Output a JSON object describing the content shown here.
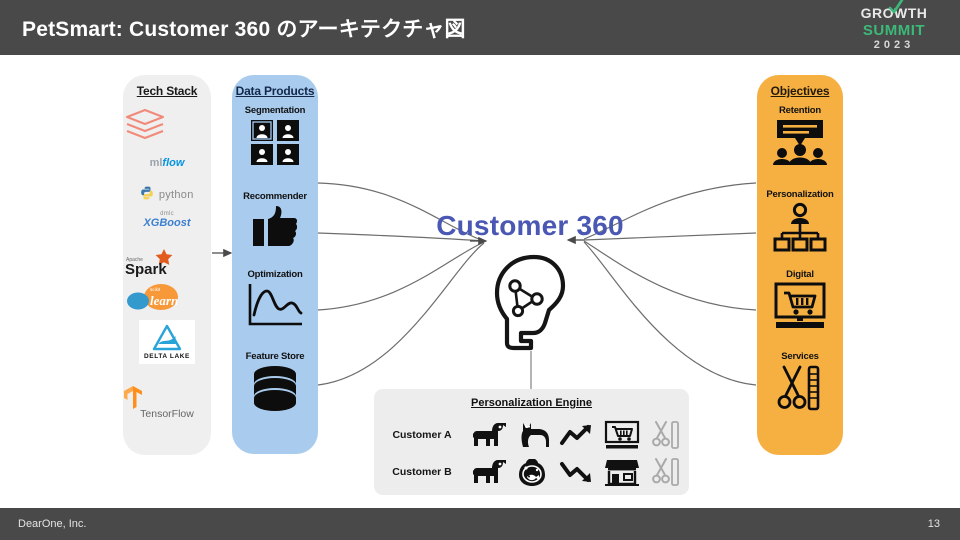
{
  "header": {
    "title": "PetSmart: Customer 360 のアーキテクチャ図",
    "logo": {
      "line1": "GROWTH",
      "line2": "SUMMIT",
      "line3": "2023",
      "check_icon": "check-icon",
      "accent_color": "#3cb878"
    }
  },
  "footer": {
    "company": "DearOne, Inc.",
    "page_number": "13"
  },
  "center": {
    "title": "Customer 360",
    "title_color": "#4a58b4",
    "icon": "head-network-icon"
  },
  "panels": {
    "tech_stack": {
      "title": "Tech Stack",
      "bg_color": "#efefef",
      "items": [
        {
          "name": "Databricks",
          "icon": "databricks-logo",
          "color": "#f08a7a"
        },
        {
          "name": "MLflow",
          "icon": "mlflow-logo",
          "color": "#0194e2"
        },
        {
          "name": "Python",
          "icon": "python-logo",
          "color": "#7f7f7f"
        },
        {
          "name": "XGBoost",
          "icon": "xgboost-logo",
          "color": "#3c7fd0"
        },
        {
          "name": "Apache Spark",
          "icon": "spark-logo",
          "color": "#e25a1c"
        },
        {
          "name": "scikit-learn",
          "icon": "scikit-learn-logo",
          "color": "#f89939"
        },
        {
          "name": "Delta Lake",
          "icon": "delta-lake-logo",
          "color": "#2aa3d8"
        },
        {
          "name": "TensorFlow",
          "icon": "tensorflow-logo",
          "color": "#ff8f1c"
        }
      ]
    },
    "data_products": {
      "title": "Data Products",
      "bg_color": "#a9cbed",
      "items": [
        {
          "label": "Segmentation",
          "icon": "people-grid-icon"
        },
        {
          "label": "Recommender",
          "icon": "thumbs-up-icon"
        },
        {
          "label": "Optimization",
          "icon": "line-chart-icon"
        },
        {
          "label": "Feature Store",
          "icon": "database-icon"
        }
      ]
    },
    "objectives": {
      "title": "Objectives",
      "bg_color": "#f6b042",
      "items": [
        {
          "label": "Retention",
          "icon": "speech-bubble-people-icon"
        },
        {
          "label": "Personalization",
          "icon": "org-chart-icon"
        },
        {
          "label": "Digital",
          "icon": "monitor-cart-icon"
        },
        {
          "label": "Services",
          "icon": "scissors-comb-icon"
        }
      ]
    }
  },
  "personalization_engine": {
    "title": "Personalization Engine",
    "bg_color": "#ededed",
    "rows": [
      {
        "label": "Customer A",
        "cells": [
          {
            "icon": "dog-icon",
            "muted": false
          },
          {
            "icon": "cat-icon",
            "muted": false
          },
          {
            "icon": "trend-up-icon",
            "muted": false
          },
          {
            "icon": "online-cart-icon",
            "muted": false
          },
          {
            "icon": "scissors-comb-icon",
            "muted": true
          }
        ]
      },
      {
        "label": "Customer B",
        "cells": [
          {
            "icon": "dog-icon",
            "muted": false
          },
          {
            "icon": "fishbowl-icon",
            "muted": false
          },
          {
            "icon": "trend-down-icon",
            "muted": false
          },
          {
            "icon": "store-icon",
            "muted": false
          },
          {
            "icon": "scissors-comb-icon",
            "muted": true
          }
        ]
      }
    ]
  }
}
